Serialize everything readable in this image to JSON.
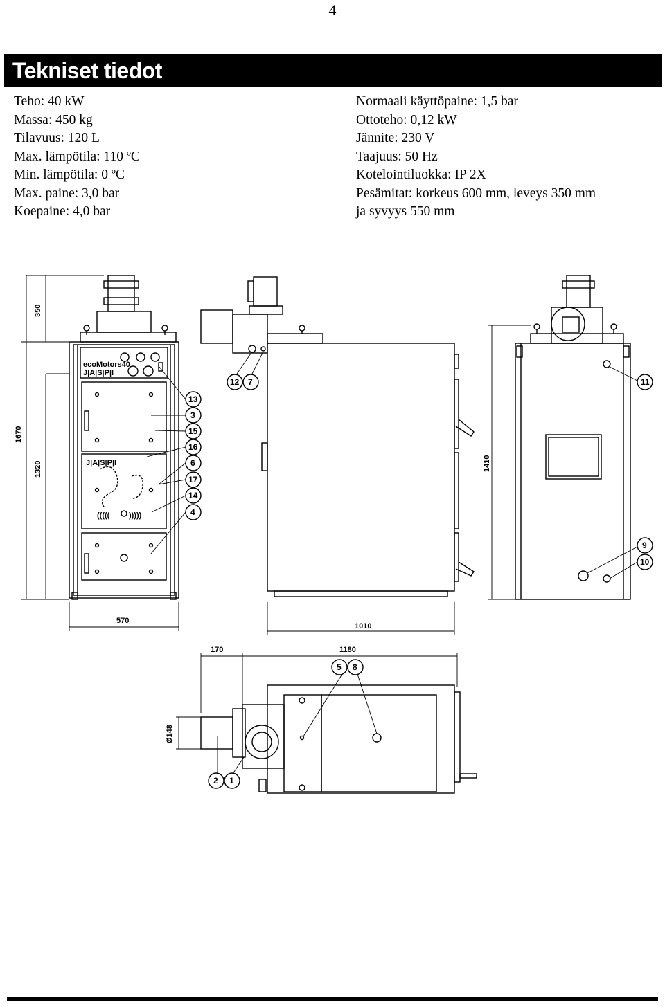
{
  "page_number": "4",
  "title": "Tekniset tiedot",
  "specs_left": [
    "Teho: 40 kW",
    "Massa: 450 kg",
    "Tilavuus: 120 L",
    "Max. lämpötila: 110 ºC",
    "Min. lämpötila: 0 ºC",
    "Max. paine: 3,0 bar",
    "Koepaine: 4,0 bar"
  ],
  "specs_right": [
    "Normaali käyttöpaine: 1,5 bar",
    "Ottoteho: 0,12 kW",
    "Jännite: 230 V",
    "Taajuus: 50 Hz",
    "Kotelointiluokka: IP 2X",
    "Pesämitat: korkeus 600 mm, leveys 350 mm",
    "ja syvyys 550 mm"
  ],
  "dimensions": {
    "height_top": "350",
    "height_total": "1670",
    "height_body": "1320",
    "width_front": "570",
    "depth_side": "1010",
    "height_back": "1410",
    "burner_offset": "170",
    "length_top": "1180",
    "diameter": "Ø148"
  },
  "callouts": [
    "13",
    "3",
    "15",
    "16",
    "6",
    "17",
    "14",
    "4",
    "12",
    "7",
    "11",
    "9",
    "10",
    "5",
    "8",
    "2",
    "1"
  ],
  "brand_text": "J|A|S|P|I",
  "panel_label": "ecoMotors40"
}
